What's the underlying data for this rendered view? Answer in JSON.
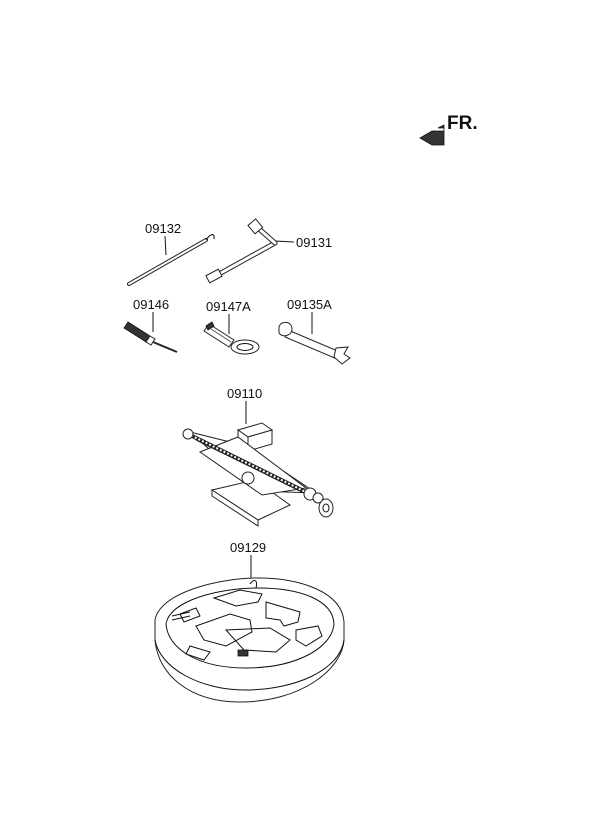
{
  "orientation": {
    "label": "FR.",
    "icon": "front-arrow-icon"
  },
  "parts": [
    {
      "id": "09132"
    },
    {
      "id": "09131"
    },
    {
      "id": "09146"
    },
    {
      "id": "09147A"
    },
    {
      "id": "09135A"
    },
    {
      "id": "09110"
    },
    {
      "id": "09129"
    }
  ]
}
